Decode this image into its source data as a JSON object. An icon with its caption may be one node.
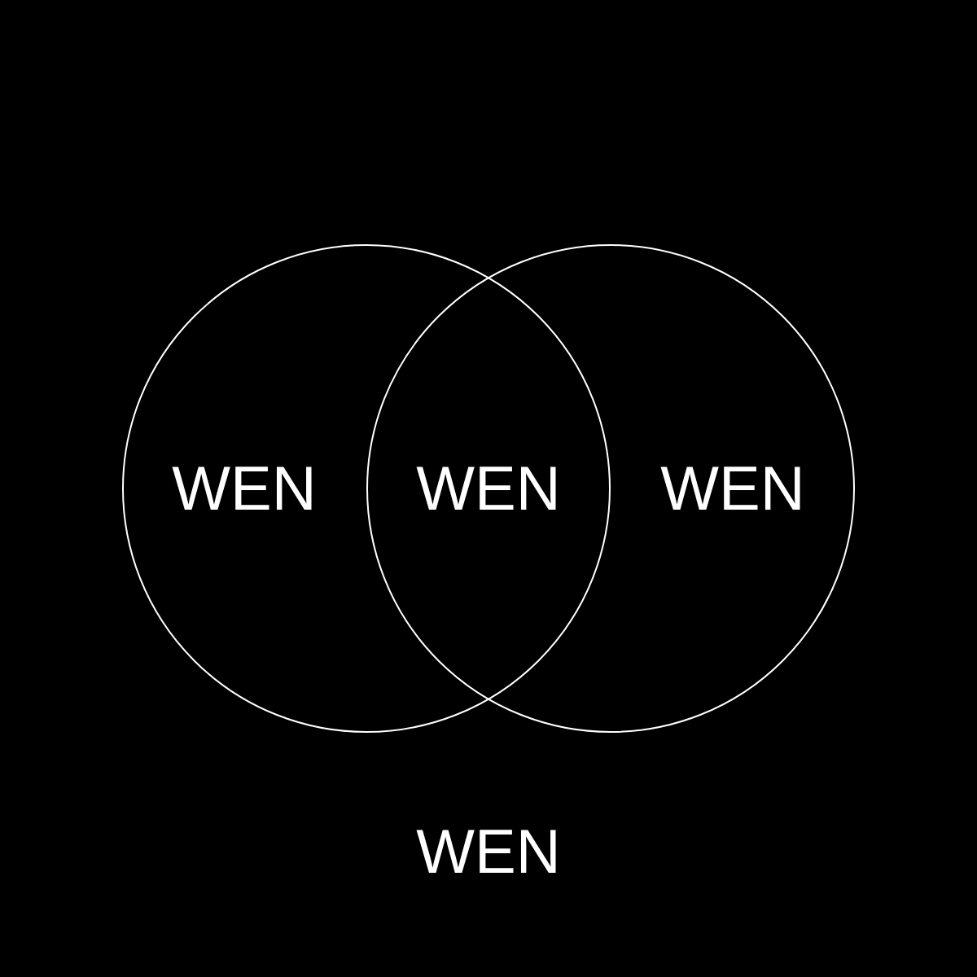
{
  "diagram": {
    "caption": "WEN",
    "nodes": [
      {
        "text": [
          "WEN"
        ]
      },
      {
        "text": [
          "WEN"
        ]
      }
    ],
    "labels": [
      "WEN"
    ]
  }
}
